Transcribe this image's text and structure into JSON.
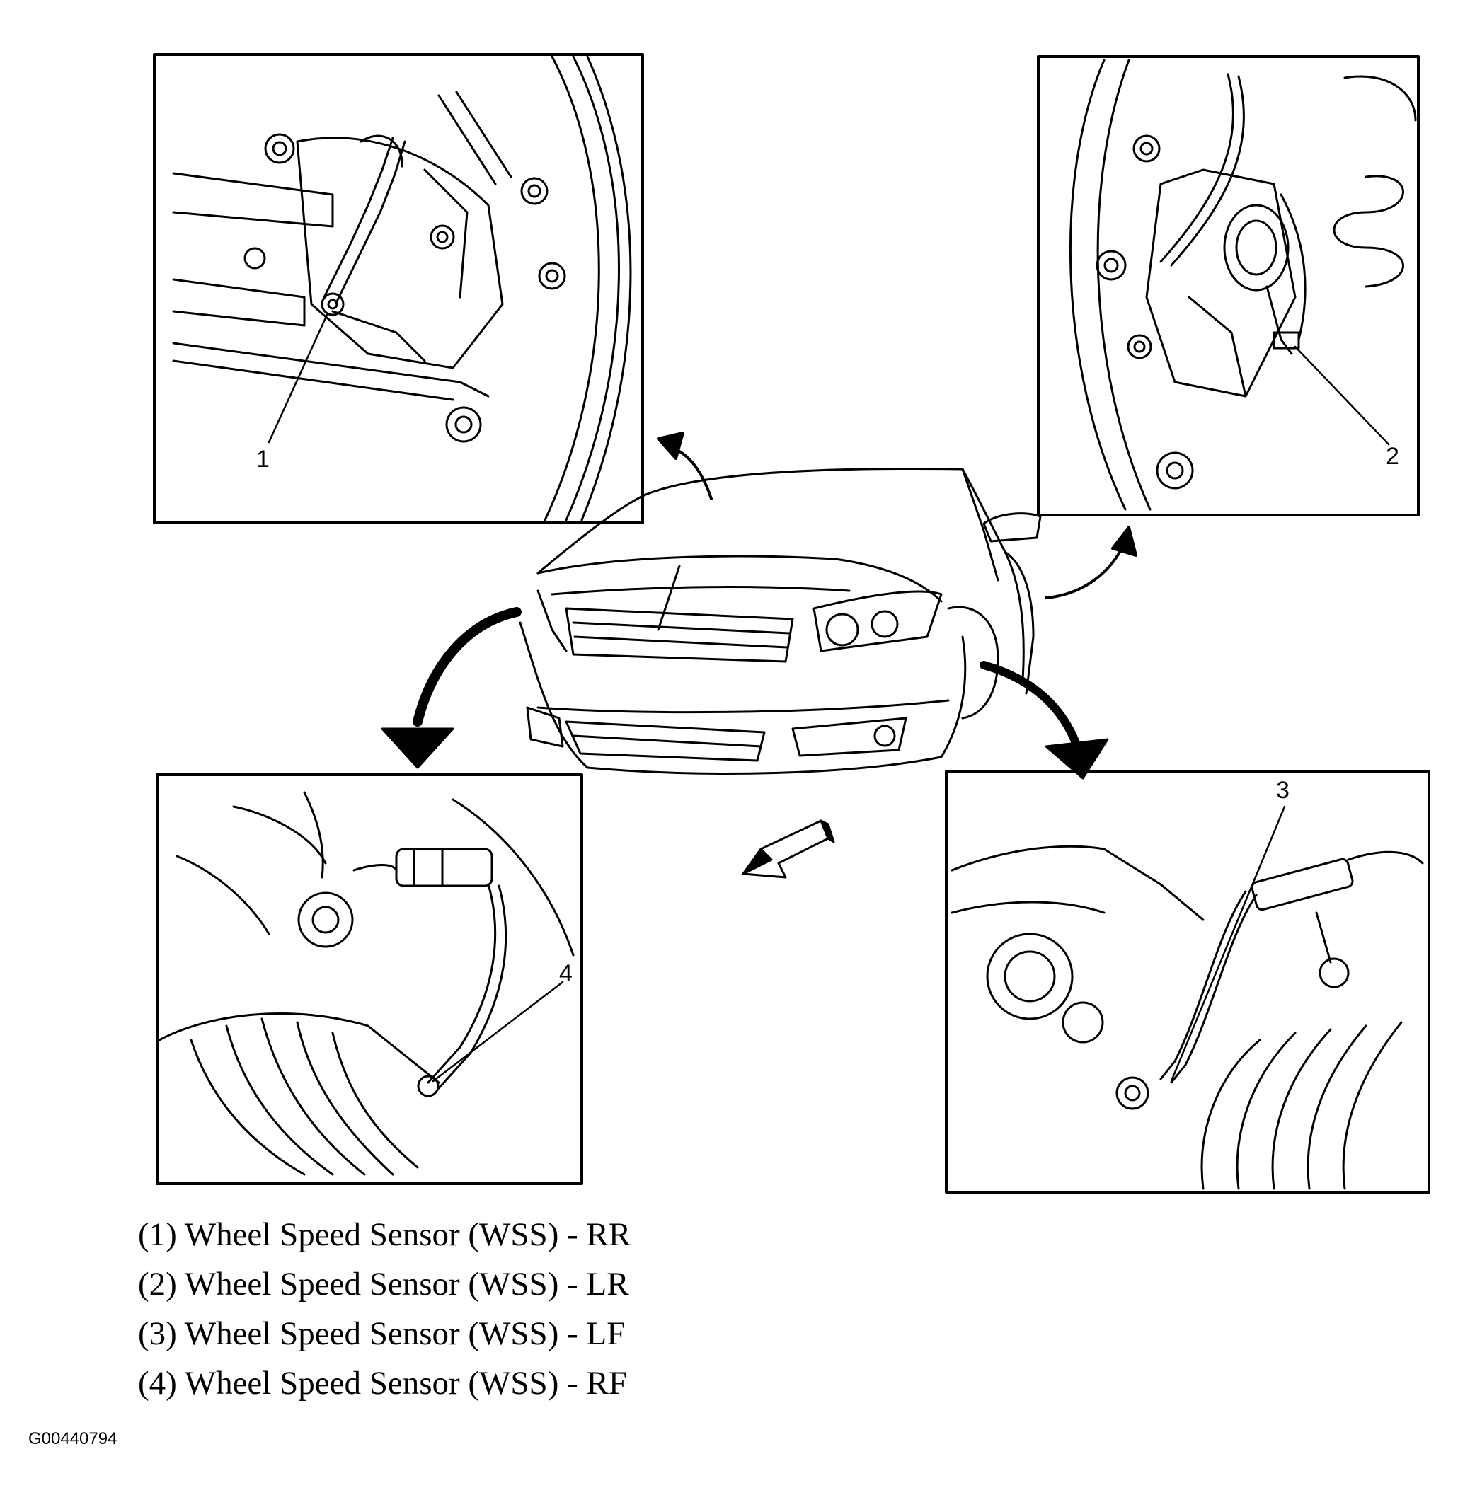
{
  "figure_id": "G00440794",
  "callouts": {
    "rr": "1",
    "lr": "2",
    "lf": "3",
    "rf": "4"
  },
  "legend": [
    "(1) Wheel Speed Sensor (WSS) - RR",
    "(2) Wheel Speed Sensor (WSS) - LR",
    "(3) Wheel Speed Sensor (WSS) - LF",
    "(4) Wheel Speed Sensor (WSS) - RF"
  ],
  "colors": {
    "line": "#000000",
    "background": "#ffffff"
  }
}
